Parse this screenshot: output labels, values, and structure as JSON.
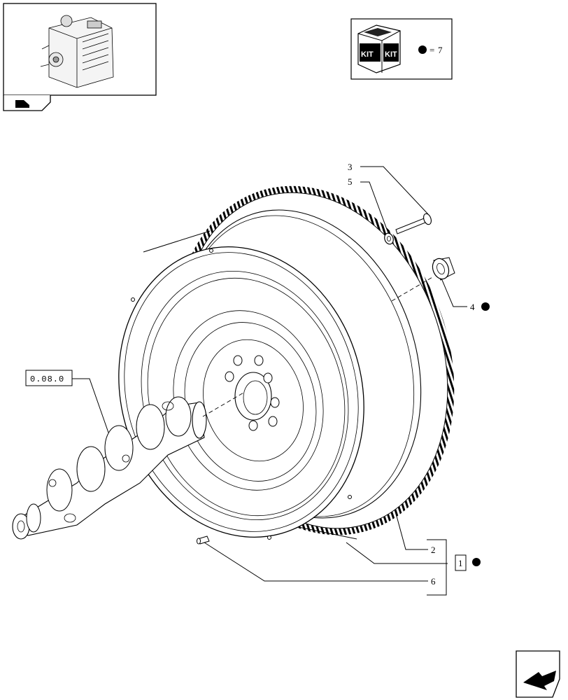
{
  "kit_box": {
    "kit_label_1": "KIT",
    "kit_label_2": "KIT",
    "equals_text": "=",
    "kit_number": "7"
  },
  "references": {
    "crankshaft_ref": "0.08.0",
    "group_ref": "1"
  },
  "callouts": {
    "c3": "3",
    "c5": "5",
    "c4": "4",
    "c2": "2",
    "c6": "6"
  }
}
